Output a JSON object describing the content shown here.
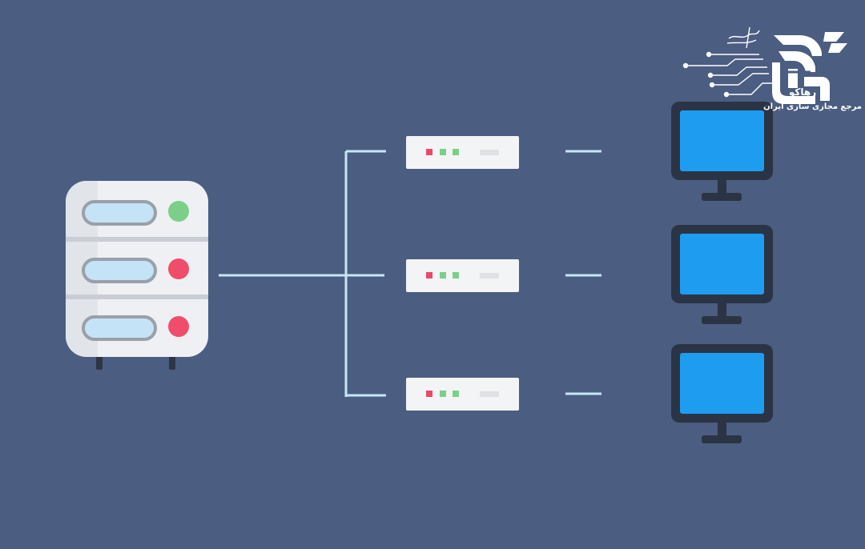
{
  "diagram": {
    "nodes": [
      {
        "id": "server",
        "type": "server",
        "units": 3,
        "led_colors": [
          "#7ccf8a",
          "#f04d6b",
          "#f04d6b"
        ]
      },
      {
        "id": "switch-1",
        "type": "network-switch"
      },
      {
        "id": "switch-2",
        "type": "network-switch"
      },
      {
        "id": "switch-3",
        "type": "network-switch"
      },
      {
        "id": "pc-1",
        "type": "monitor"
      },
      {
        "id": "pc-2",
        "type": "monitor"
      },
      {
        "id": "pc-3",
        "type": "monitor"
      }
    ],
    "edges": [
      {
        "from": "server",
        "to": "switch-1"
      },
      {
        "from": "server",
        "to": "switch-2"
      },
      {
        "from": "server",
        "to": "switch-3"
      },
      {
        "from": "switch-1",
        "to": "pc-1"
      },
      {
        "from": "switch-2",
        "to": "pc-2"
      },
      {
        "from": "switch-3",
        "to": "pc-3"
      }
    ]
  },
  "logo": {
    "name": "رهاکو",
    "tagline": "مرجع مجازی سازی ایران"
  },
  "colors": {
    "background": "#4b5d80",
    "connector": "#c6e6f7",
    "screen": "#1e9df0",
    "monitor_frame": "#2b3445",
    "led_red": "#e9496a",
    "led_green": "#7ccf8a"
  }
}
